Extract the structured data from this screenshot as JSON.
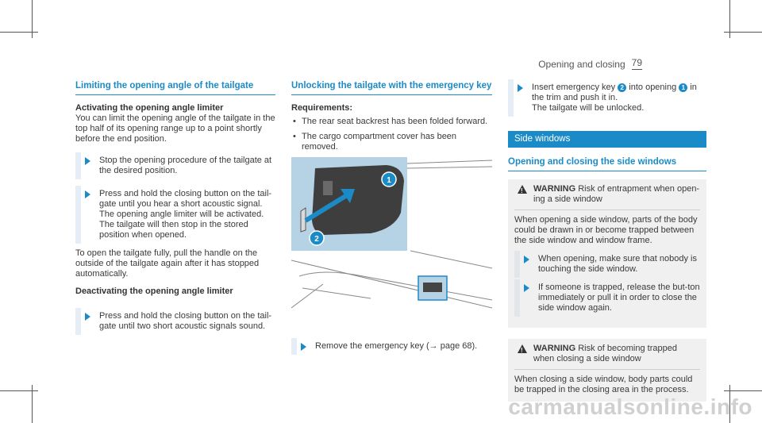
{
  "header": {
    "section": "Opening and closing",
    "page": "79"
  },
  "col1": {
    "title": "Limiting the opening angle of the tailgate",
    "activating_heading": "Activating the opening angle limiter",
    "activating_text": "You can limit the opening angle of the tailgate in the top half of its opening range up to a point shortly before the end position.",
    "step1": "Stop the opening procedure of the tailgate at the desired position.",
    "step2": "Press and hold the closing button on the tail-gate until you hear a short acoustic signal. The opening angle limiter will be activated. The tailgate will then stop in the stored position when opened.",
    "open_text": "To open the tailgate fully, pull the handle on the outside of the tailgate again after it has stopped automatically.",
    "deactivating_heading": "Deactivating the opening angle limiter",
    "step3": "Press and hold the closing button on the tail-gate until two short acoustic signals sound."
  },
  "col2": {
    "title": "Unlocking the tailgate with the emergency key",
    "req_heading": "Requirements:",
    "req1": "The rear seat backrest has been folded forward.",
    "req2": "The cargo compartment cover has been removed.",
    "step": "Remove the emergency key (→ page 68).",
    "callout1": "1",
    "callout2": "2"
  },
  "col3": {
    "step_a": "Insert emergency key",
    "step_b": "into opening",
    "step_c": "in the trim and push it in.",
    "step_d": "The tailgate will be unlocked.",
    "num2": "2",
    "num1": "1",
    "side_bar": "Side windows",
    "side_title": "Opening and closing the side windows",
    "w1_label": "WARNING",
    "w1_title": "Risk of entrapment when open-ing a side window",
    "w1_text": "When opening a side window, parts of the body could be drawn in or become trapped between the side window and window frame.",
    "w1_step1": "When opening, make sure that nobody is touching the side window.",
    "w1_step2": "If someone is trapped, release the but-ton immediately or pull it in order to close the side window again.",
    "w2_label": "WARNING",
    "w2_title": "Risk of becoming trapped when closing a side window",
    "w2_text": "When closing a side window, body parts could be trapped in the closing area in the process."
  },
  "watermark": "carmanualsonline.info"
}
